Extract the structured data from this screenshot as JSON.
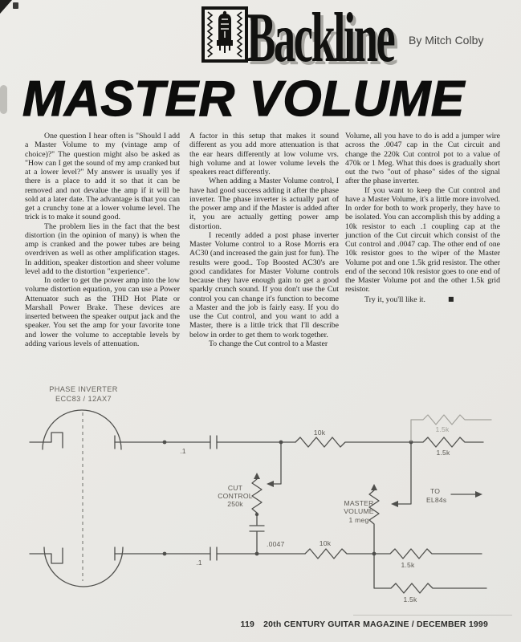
{
  "header": {
    "logo_text": "Backline",
    "byline": "By Mitch Colby"
  },
  "title": "MASTER VOLUME",
  "article": {
    "column1": [
      "One question I hear often is \"Should I add a Master Volume to my (vintage amp of choice)?\" The question might also be asked as \"How can I get the sound of my amp cranked but at a lower level?\"  My answer is usually yes if there is a place to add it so that it can be removed and not devalue the amp if it will be sold at a later date.  The advantage is that you can get a crunchy tone at a lower volume level. The trick is to make it sound good.",
      "The problem lies in the fact that the best distortion (in the opinion of many) is when the amp is cranked and the power tubes are being overdriven as well as other amplification stages.  In addition, speaker distortion and sheer volume level add to the distortion \"experience\".",
      "In order to get the power amp into the low volume distortion equation, you can use a Power Attenuator such as the THD Hot Plate or Marshall Power Brake.  These devices are inserted between the speaker output jack and the speaker.  You set the amp for your favorite tone and lower the volume to acceptable levels by adding various levels of attenuation."
    ],
    "column2": [
      "A factor in this setup that makes it sound different as you add more attenuation is that the ear hears differently at low volume vrs. high volume and at lower volume levels the speakers react differently.",
      "When adding a Master Volume control, I have had good success adding it after the phase inverter.  The phase inverter is actually part of the power amp and if the Master is added after it, you are actually getting power amp distortion.",
      "I recently added a post phase inverter Master Volume control to a Rose Morris era AC30 (and increased the gain just for fun). The results were good..  Top Boosted AC30's are good candidates for Master Volume controls because they have enough gain to get a good sparkly crunch sound.  If you don't use the Cut control you can change it's function to become a Master and the job is fairly easy.  If you do use the Cut control, and you want to add a Master, there is a little trick that I'll describe below in order to get them to work together.",
      "To change the Cut control to a Master"
    ],
    "column3": [
      "Volume, all you have to do is add a jumper wire across the .0047 cap in the Cut circuit and change the 220k Cut control pot to a value of 470k or 1 Meg.  What this does is gradually short out the two \"out of phase\" sides of the signal after the phase inverter.",
      "If you want to keep the Cut control and have a Master Volume, it's a little more involved. In order for both to work properly, they have to be isolated. You can accomplish this by adding a 10k resistor to each .1 coupling cap at the junction of the Cut circuit which consist of the Cut control and .0047 cap.  The other end of one 10k resistor goes to the wiper of the Master Volume pot and one 1.5k grid resistor.  The other end of the second 10k resistor goes to one end of the Master Volume pot and the other 1.5k grid resistor.",
      "Try it, you'll like it."
    ],
    "end_mark": "■"
  },
  "schematic": {
    "tube_label_line1": "PHASE INVERTER",
    "tube_label_line2": "ECC83 / 12AX7",
    "coupling_cap_top": ".1",
    "coupling_cap_bottom": ".1",
    "cut_pot": [
      "CUT",
      "CONTROL",
      "250k"
    ],
    "cut_cap": ".0047",
    "resistor_10k_top": "10k",
    "resistor_10k_bottom": "10k",
    "master_volume_pot": [
      "MASTER",
      "VOLUME",
      "1 meg"
    ],
    "grid_resistor_labels": [
      "1.5k",
      "1.5k",
      "1.5k",
      "1.5k"
    ],
    "output_label": [
      "TO",
      "EL84s"
    ]
  },
  "footer": {
    "page_number": "119",
    "magazine_title": "20th CENTURY GUITAR MAGAZINE / DECEMBER 1999"
  }
}
